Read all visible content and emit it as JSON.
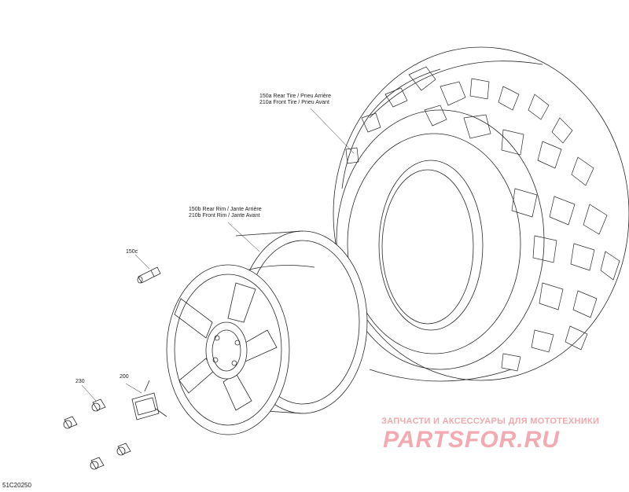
{
  "figure_code": "51C20250",
  "callouts": {
    "tire_line1": "150a Rear Tire / Pneu Arrière",
    "tire_line2": "210a Front Tire / Pneu Avant",
    "rim_line1": "150b Rear Rim / Jante Arrière",
    "rim_line2": "210b Front Rim / Jante Avant",
    "valve": "150c",
    "cap": "200",
    "nut": "230"
  },
  "watermark": {
    "subtitle": "ЗАПЧАСТИ И АКСЕССУАРЫ ДЛЯ МОТОТЕХНИКИ",
    "logo": "PARTSFOR.RU"
  },
  "colors": {
    "line": "#2a2a2a",
    "watermark": "#f4aab2"
  }
}
